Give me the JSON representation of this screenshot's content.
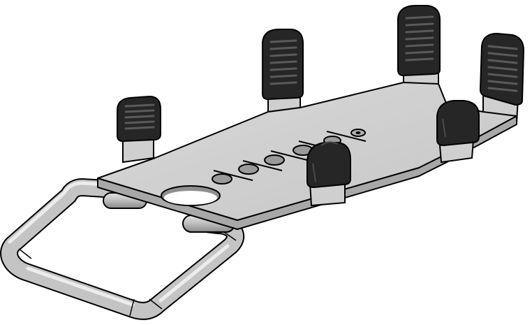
{
  "scene": {
    "subject": "mounting-bracket",
    "colors": {
      "background": "#ffffff",
      "metal": "#d2d2d2",
      "metal_shade": "#b4b4b4",
      "metal_edge": "#8c8c8c",
      "outline": "#000000",
      "grip": "#2a2a2a",
      "grip_dark": "#151515",
      "grip_rib": "#4a4a4a"
    },
    "parts": {
      "plate": "base-plate",
      "handle": "tube-handle",
      "grips": [
        "grip-front-left",
        "grip-rear-left",
        "grip-rear-center",
        "grip-rear-right",
        "grip-front-right",
        "grip-front-center"
      ],
      "holes": [
        "slot-hole",
        "round-hole-1",
        "round-hole-2",
        "round-hole-3",
        "round-hole-4",
        "round-hole-5",
        "screw-hole"
      ]
    }
  }
}
